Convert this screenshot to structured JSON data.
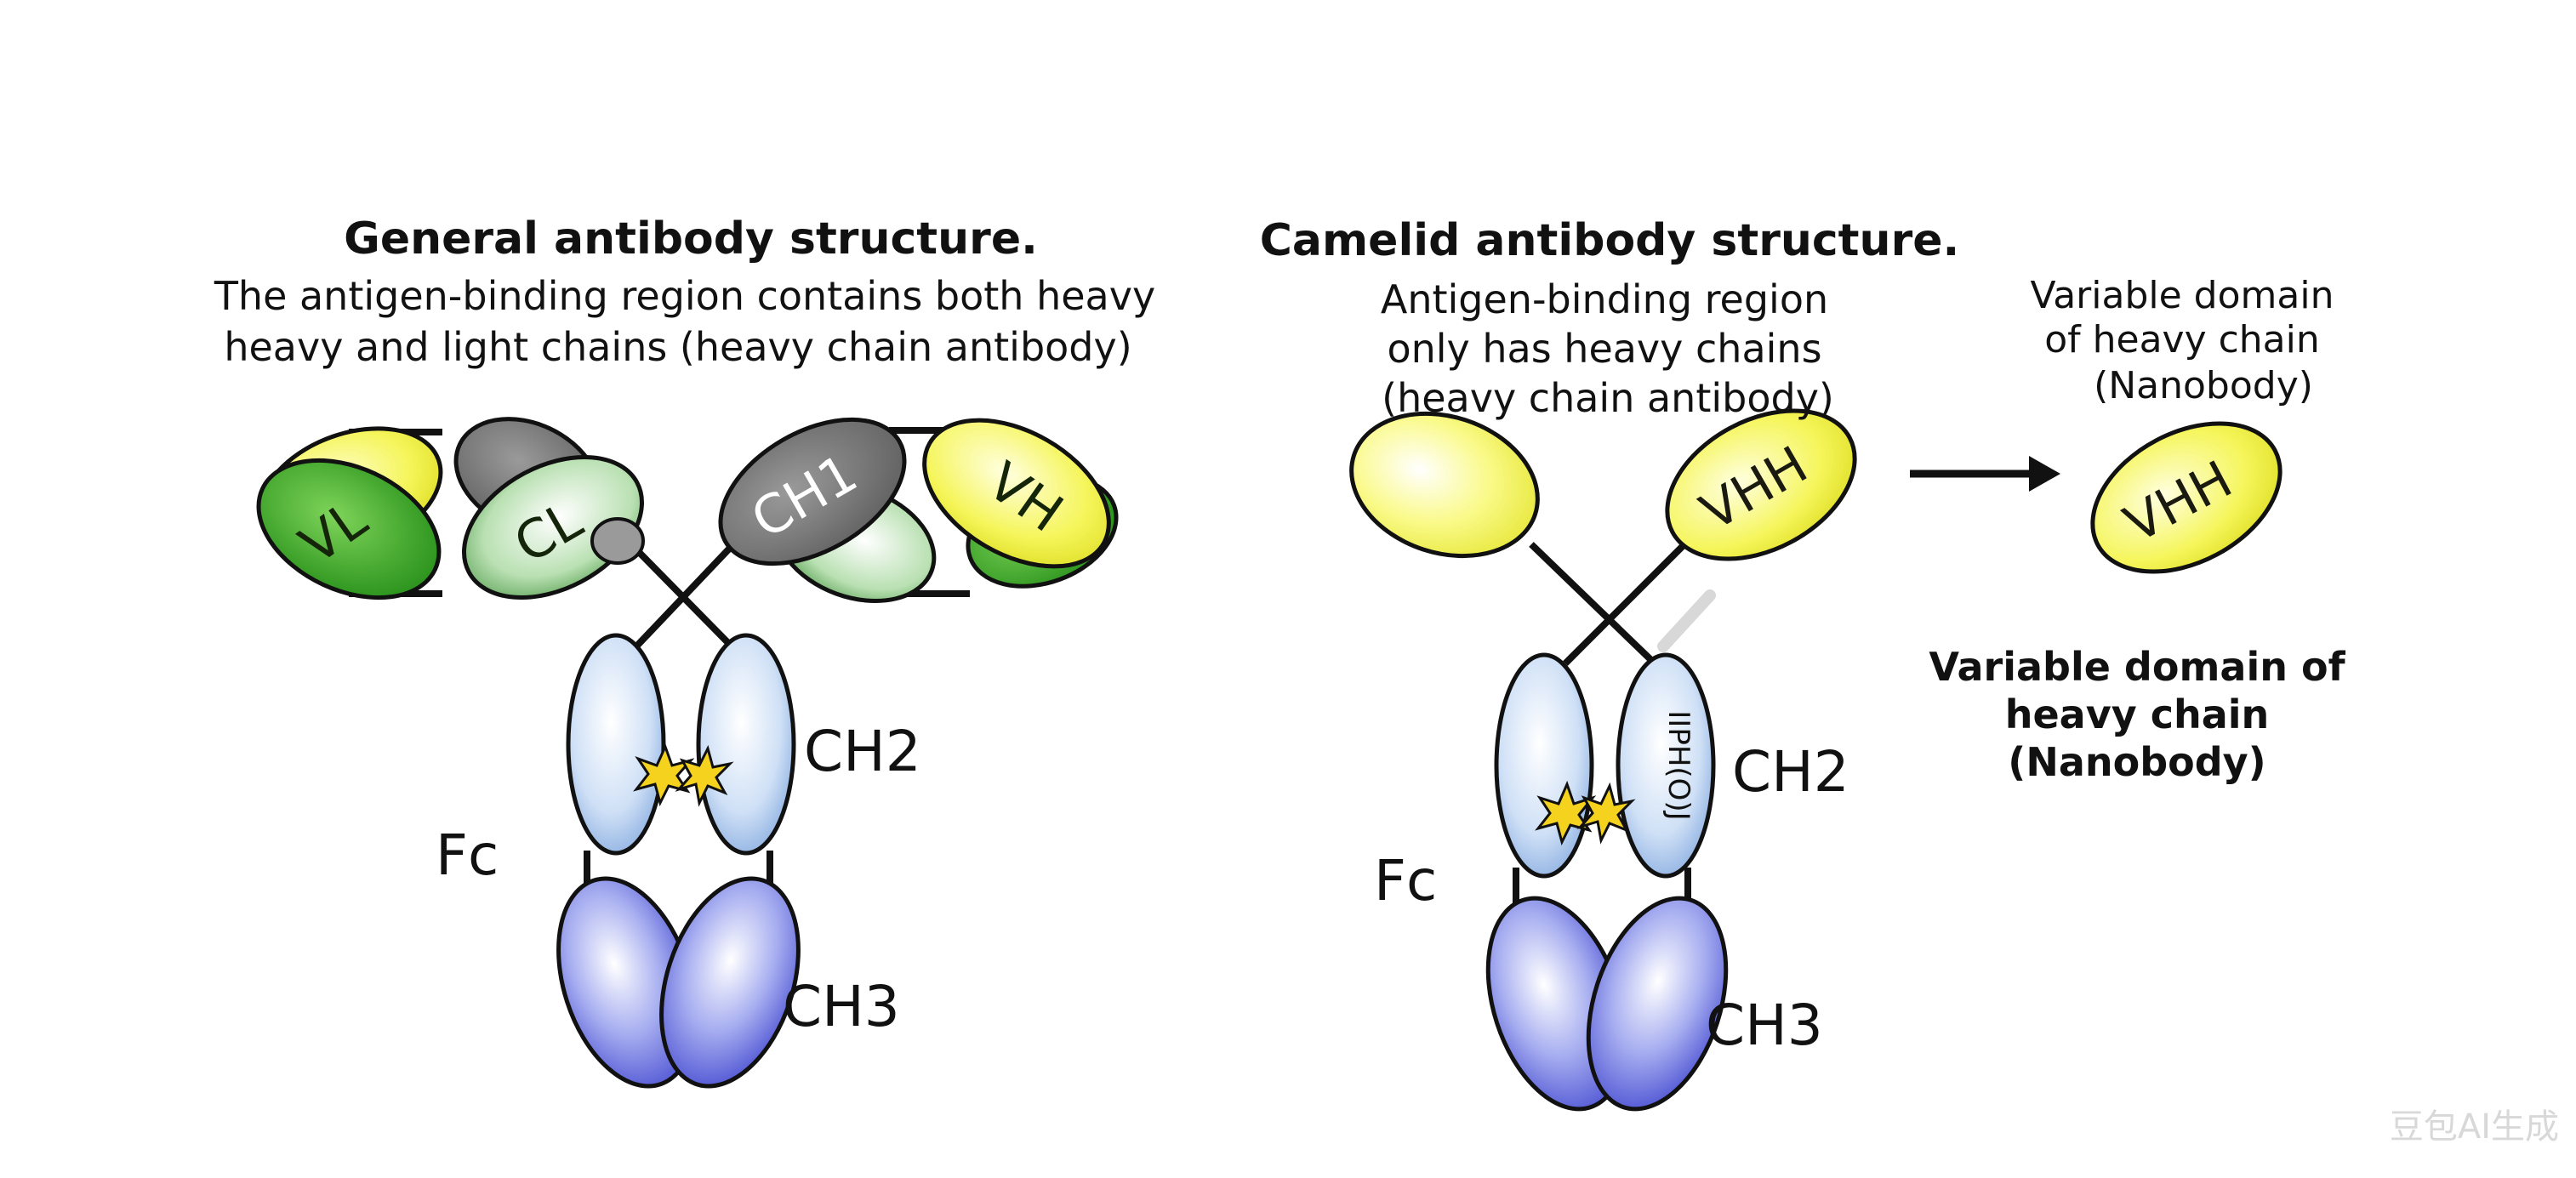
{
  "left_panel": {
    "title": "General antibody structure.",
    "subtitle_line1": "The antigen-binding region contains both heavy",
    "subtitle_line2": "heavy and light chains (heavy chain antibody)",
    "domains": {
      "vl": "VL",
      "cl": "CL",
      "ch1": "CH1",
      "vh": "VH"
    },
    "labels": {
      "fc": "Fc",
      "ch2": "CH2",
      "ch3": "CH3"
    }
  },
  "middle_panel": {
    "title": "Camelid antibody structure.",
    "subtitle_line1": "Antigen-binding region",
    "subtitle_line2": "only has heavy chains",
    "subtitle_line3": "(heavy chain antibody)",
    "domains": {
      "vhh": "VHH",
      "ch2_inner": "IIPH(O)J"
    },
    "labels": {
      "fc": "Fc",
      "ch2": "CH2",
      "ch3": "CH3"
    }
  },
  "right_panel": {
    "caption_top_line1": "Variable domain",
    "caption_top_line2": "of heavy chain",
    "caption_top_line3": "(Nanobody)",
    "domain": "VHH",
    "caption_bottom_line1": "Variable domain of",
    "caption_bottom_line2": "heavy chain",
    "caption_bottom_line3": "(Nanobody)"
  },
  "watermark": "豆包AI生成",
  "colors": {
    "green_dark": "#2f9a1e",
    "green_light": "#a8d8a0",
    "yellow": "#eef03a",
    "gray_dark": "#6a6a6a",
    "blue_light": "#a9c8ee",
    "blue_dark": "#3a3fd0",
    "star": "#f4d21e"
  }
}
